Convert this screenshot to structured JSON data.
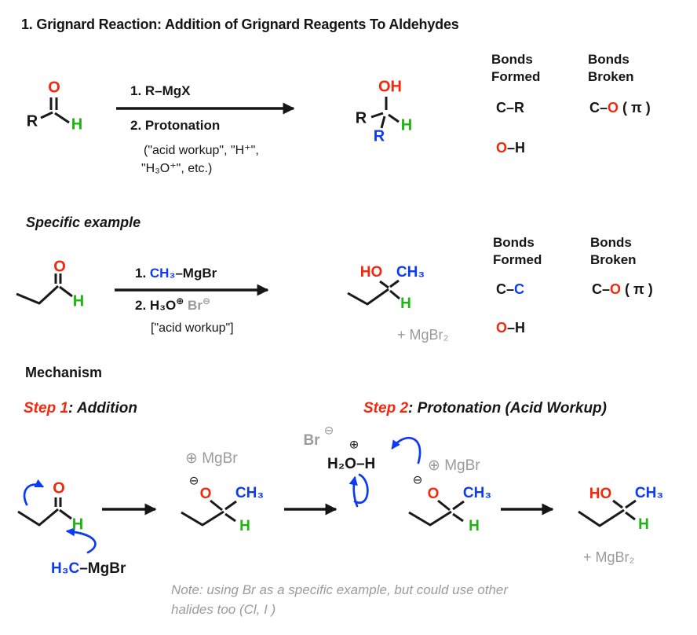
{
  "colors": {
    "red": "#f3280d",
    "green": "#1db60e",
    "blue": "#0d3bf0",
    "gray": "#9b9b9b"
  },
  "title": "1. Grignard Reaction: Addition of Grignard Reagents To Aldehydes",
  "scheme1": {
    "reactant": {
      "o": "O",
      "r": "R",
      "h": "H"
    },
    "conditions": {
      "step1": "1. R–MgX",
      "step2": "2. Protonation",
      "note1": "(\"acid workup\", \"H⁺\",",
      "note2": "\"H₃O⁺\", etc.)"
    },
    "product": {
      "oh": "OH",
      "r": "R",
      "h": "H",
      "r_new": "R"
    },
    "bonds_formed": {
      "h1": "Bonds",
      "h2": "Formed",
      "i1": "C–R",
      "i2_o": "O",
      "i2_rest": "–H"
    },
    "bonds_broken": {
      "h1": "Bonds",
      "h2": "Broken",
      "i1_c": "C–",
      "i1_o": "O",
      "i1_pi": " ( π )"
    }
  },
  "scheme2": {
    "heading": "Specific example",
    "reactant": {
      "o": "O",
      "h": "H"
    },
    "conditions": {
      "s1_pre": "1. ",
      "s1_ch3": "CH₃",
      "s1_rest": "–MgBr",
      "s2_pre": "2. H₃O",
      "s2_plus": "⊕",
      "s2_br": " Br",
      "s2_minus": "⊖",
      "note": "[\"acid workup\"]"
    },
    "product": {
      "ho": "HO",
      "ch3": "CH₃",
      "h": "H",
      "byproduct": "+ MgBr₂"
    },
    "bonds_formed": {
      "h1": "Bonds",
      "h2": "Formed",
      "i1_c": "C–",
      "i1_c2": "C",
      "i2_o": "O",
      "i2_rest": "–H"
    },
    "bonds_broken": {
      "h1": "Bonds",
      "h2": "Broken",
      "i1_c": "C–",
      "i1_o": "O",
      "i1_pi": " ( π )"
    }
  },
  "mechanism": {
    "heading": "Mechanism",
    "step1": {
      "label": "Step 1",
      "colon": ": ",
      "name": "Addition"
    },
    "step2": {
      "label": "Step 2",
      "colon": ": ",
      "name": "Protonation (Acid Workup)"
    },
    "struct_a": {
      "o": "O",
      "h": "H",
      "reagent_ch3": "H₃C",
      "reagent_rest": "–MgBr"
    },
    "struct_b": {
      "mgbr": "⊕ MgBr",
      "minus": "⊖",
      "o": "O",
      "ch3": "CH₃",
      "h": "H"
    },
    "water": {
      "br": "Br",
      "br_minus": "⊖",
      "plus": "⊕",
      "formula": "H₂O–H"
    },
    "struct_c": {
      "mgbr": "⊕ MgBr",
      "minus": "⊖",
      "o": "O",
      "ch3": "CH₃",
      "h": "H"
    },
    "struct_d": {
      "ho": "HO",
      "ch3": "CH₃",
      "h": "H",
      "byproduct": "+ MgBr₂"
    },
    "note1": "Note: using Br as a specific example, but could use other",
    "note2": "halides too (Cl, I )"
  }
}
